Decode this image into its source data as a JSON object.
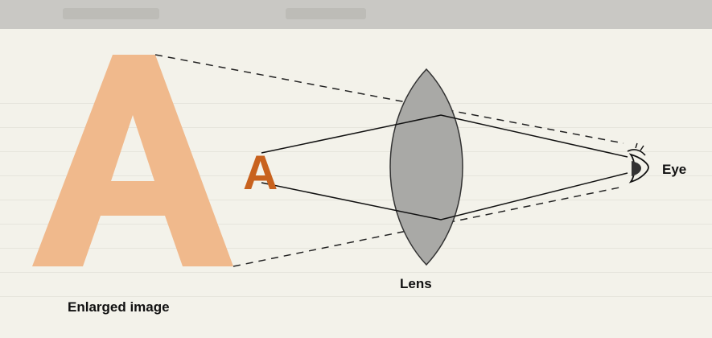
{
  "labels": {
    "enlarged_image": "Enlarged image",
    "lens": "Lens",
    "eye": "Eye",
    "small_letter": "A",
    "large_letter": "A"
  },
  "colors": {
    "large_letter": "#f0b98c",
    "small_letter": "#c8621e",
    "lens_fill": "#a9a9a6",
    "background": "#f3f2ea"
  }
}
